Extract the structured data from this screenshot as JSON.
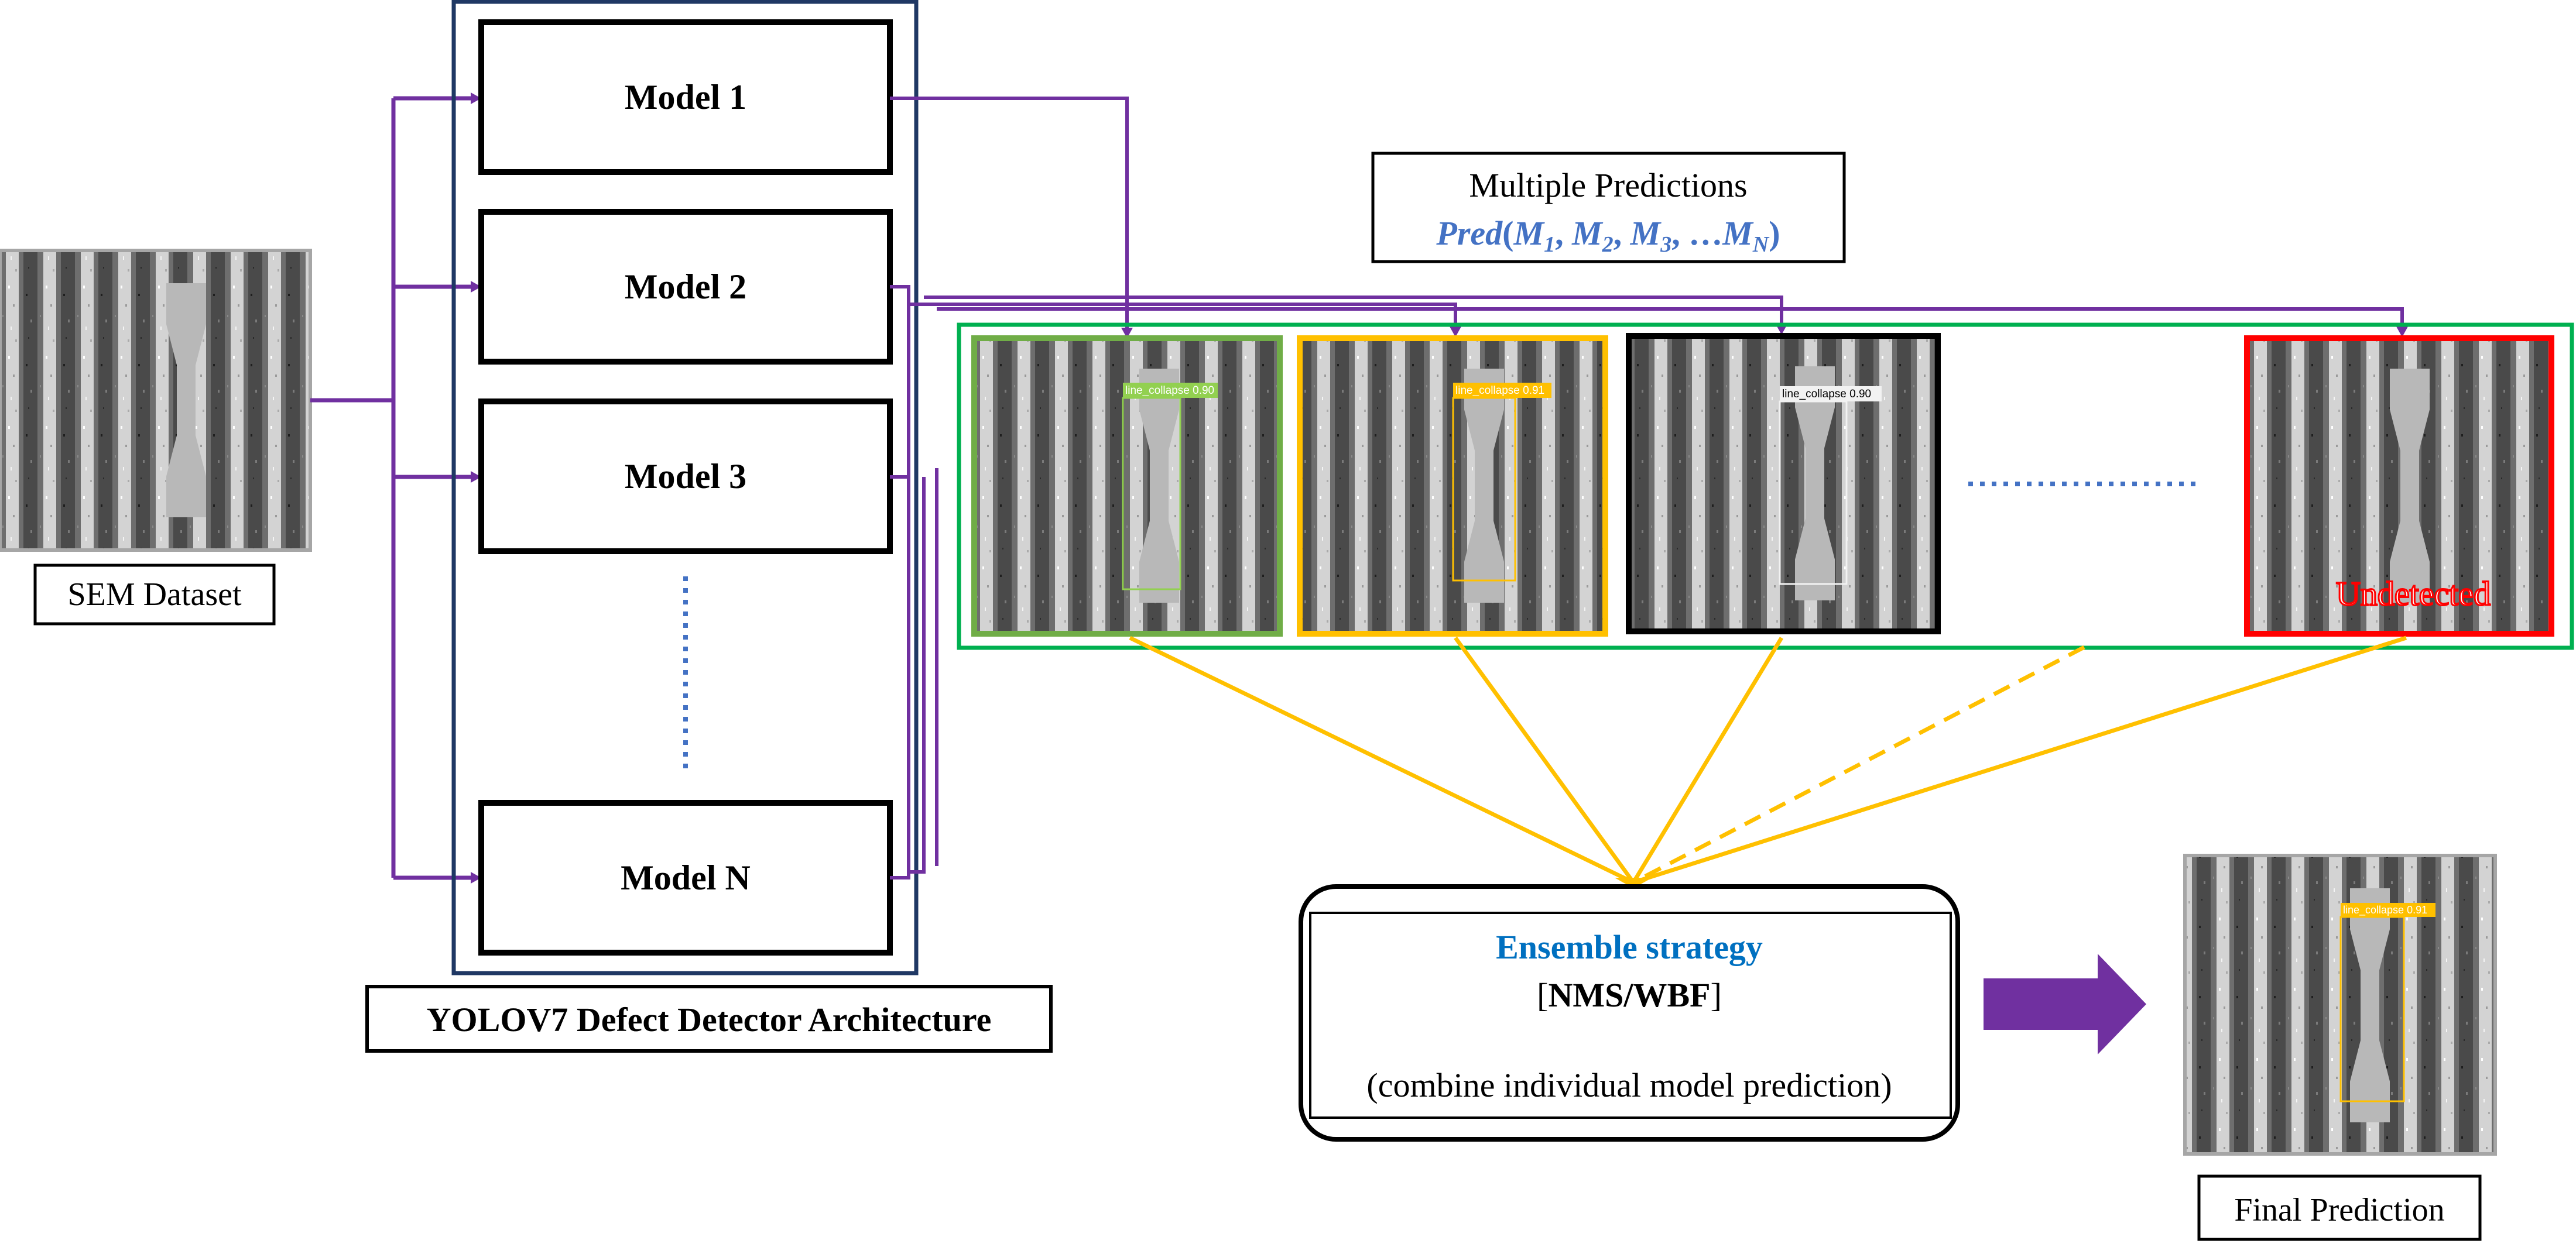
{
  "input": {
    "label": "SEM Dataset"
  },
  "architecture": {
    "label": "YOLOV7 Defect Detector Architecture",
    "models": [
      "Model 1",
      "Model 2",
      "Model 3",
      "Model N"
    ]
  },
  "predictions": {
    "title": "Multiple Predictions",
    "formula": {
      "func": "Pred",
      "open": "(",
      "close": ")",
      "sep": ", ",
      "ellipsis": "…",
      "symbol": "M",
      "subscripts": [
        "1",
        "2",
        "3",
        "N"
      ]
    },
    "tags": [
      "line_collapse 0.90",
      "line_collapse 0.91",
      "line_collapse 0.90"
    ],
    "undetected_label": "Undetected"
  },
  "ensemble": {
    "title": "Ensemble strategy",
    "method_open": "[",
    "method": "NMS/WBF",
    "method_close": "]",
    "description": "(combine individual model prediction)"
  },
  "final": {
    "label": "Final Prediction",
    "tag": "line_collapse 0.91"
  },
  "colors": {
    "purple_connector": "#7030a0",
    "yellow_connector": "#ffc000",
    "architecture_border": "#1f3864",
    "predictions_border": "#00b050",
    "frame_green": "#70ad47",
    "frame_yellow": "#ffc000",
    "frame_black": "#000000",
    "frame_red": "#ff0000",
    "ensemble_title": "#0070c0",
    "formula_blue": "#4472c4",
    "dots_blue": "#4472c4",
    "detect_green_tag": "#92d050",
    "detect_yellow_tag": "#ffc000",
    "undetected_text": "#ffffff",
    "undetected_outline": "#ff0000"
  }
}
